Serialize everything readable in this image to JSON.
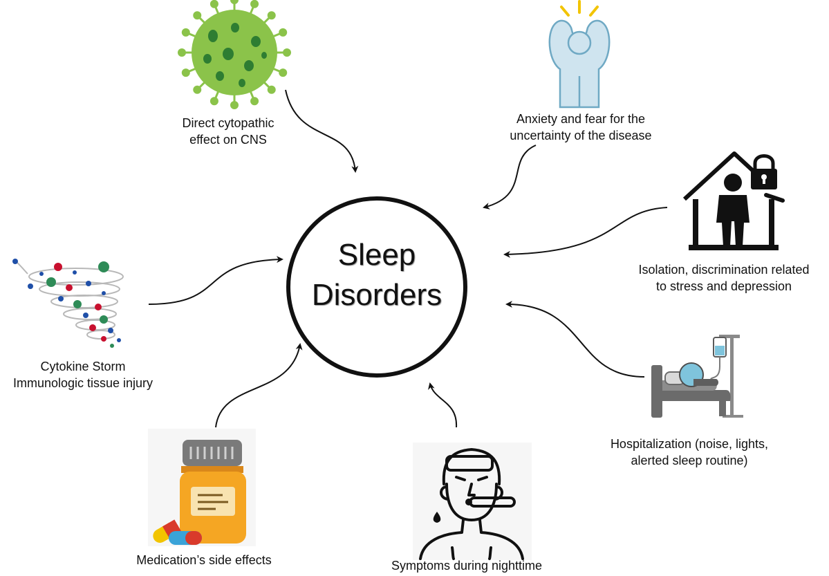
{
  "center": {
    "line1": "Sleep",
    "line2": "Disorders"
  },
  "causes": [
    {
      "id": "virus",
      "icon": "virus-icon",
      "lines": [
        "Direct cytopathic",
        "effect on CNS"
      ]
    },
    {
      "id": "anxiety",
      "icon": "anxious-person-icon",
      "lines": [
        "Anxiety  and fear for the",
        "uncertainty  of the disease"
      ]
    },
    {
      "id": "isolation",
      "icon": "locked-house-person-icon",
      "lines": [
        "Isolation,  discrimination related",
        "to stress and depression"
      ]
    },
    {
      "id": "hospital",
      "icon": "hospital-bed-iv-icon",
      "lines": [
        "Hospitalization (noise, lights,",
        "alerted sleep routine)"
      ]
    },
    {
      "id": "symptoms",
      "icon": "sick-person-thermometer-icon",
      "lines": [
        "Symptoms  during  nighttime"
      ]
    },
    {
      "id": "medication",
      "icon": "medicine-bottle-pills-icon",
      "lines": [
        "Medication’s side effects"
      ]
    },
    {
      "id": "cytokine",
      "icon": "cytokine-storm-icon",
      "lines": [
        "Cytokine Storm",
        "Immunologic  tissue injury"
      ]
    }
  ],
  "colors": {
    "virus": "#8bc34a",
    "virus_spots": "#2e7d32",
    "anxiety_figure": "#cfe4ef",
    "anxiety_lines": "#f2c400",
    "bottle": "#f5a623",
    "bottle_cap": "#7a7a7a",
    "bed": "#6b6b6b",
    "patient_head": "#7fc4dc",
    "arrow": "#111111"
  }
}
